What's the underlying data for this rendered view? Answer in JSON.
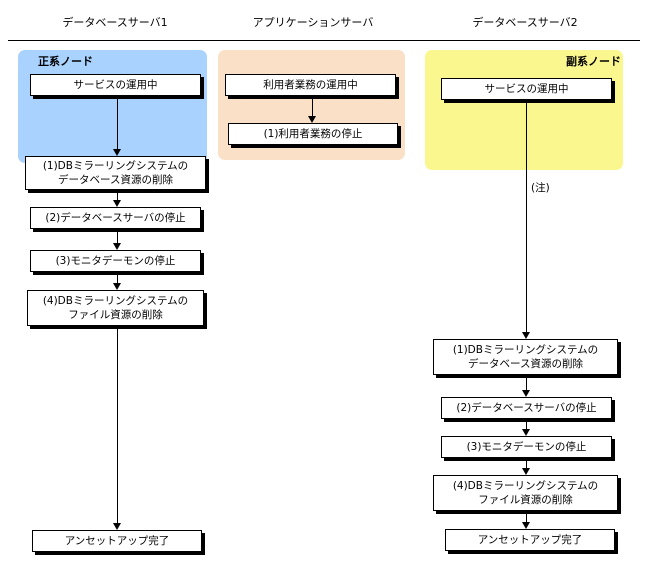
{
  "columns": {
    "db1": "データベースサーバ1",
    "app": "アプリケーションサーバ",
    "db2": "データベースサーバ2"
  },
  "primary": {
    "node_label": "正系ノード",
    "running": "サービスの運用中",
    "step1_line1": "(1)DBミラーリングシステムの",
    "step1_line2": "データベース資源の削除",
    "step2": "(2)データベースサーバの停止",
    "step3": "(3)モニタデーモンの停止",
    "step4_line1": "(4)DBミラーリングシステムの",
    "step4_line2": "ファイル資源の削除",
    "done": "アンセットアップ完了"
  },
  "application": {
    "running": "利用者業務の運用中",
    "step1": "(1)利用者業務の停止"
  },
  "secondary": {
    "node_label": "副系ノード",
    "running": "サービスの運用中",
    "note": "(注)",
    "step1_line1": "(1)DBミラーリングシステムの",
    "step1_line2": "データベース資源の削除",
    "step2": "(2)データベースサーバの停止",
    "step3": "(3)モニタデーモンの停止",
    "step4_line1": "(4)DBミラーリングシステムの",
    "step4_line2": "ファイル資源の削除",
    "done": "アンセットアップ完了"
  }
}
